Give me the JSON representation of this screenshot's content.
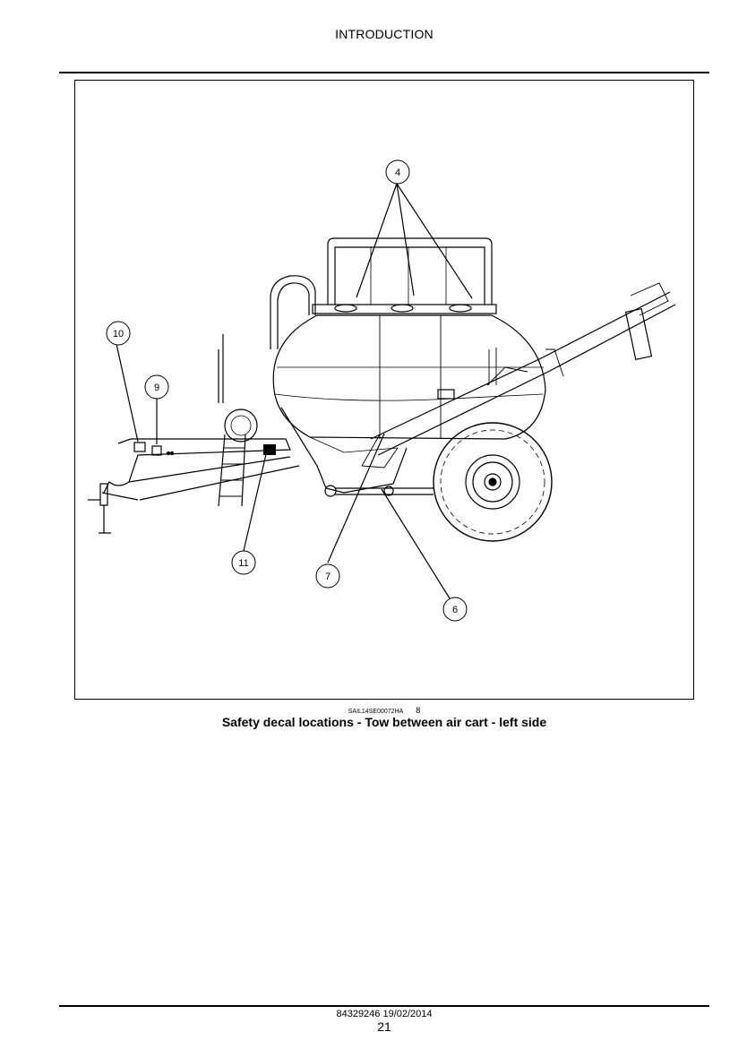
{
  "header": {
    "section": "INTRODUCTION"
  },
  "figure": {
    "reference_code": "SAIL14SE00072HA",
    "reference_number": "8",
    "caption": "Safety decal locations - Tow between air cart - left side",
    "callouts": [
      "4",
      "10",
      "9",
      "11",
      "7",
      "6"
    ]
  },
  "footer": {
    "document": "84329246 19/02/2014",
    "page": "21"
  }
}
